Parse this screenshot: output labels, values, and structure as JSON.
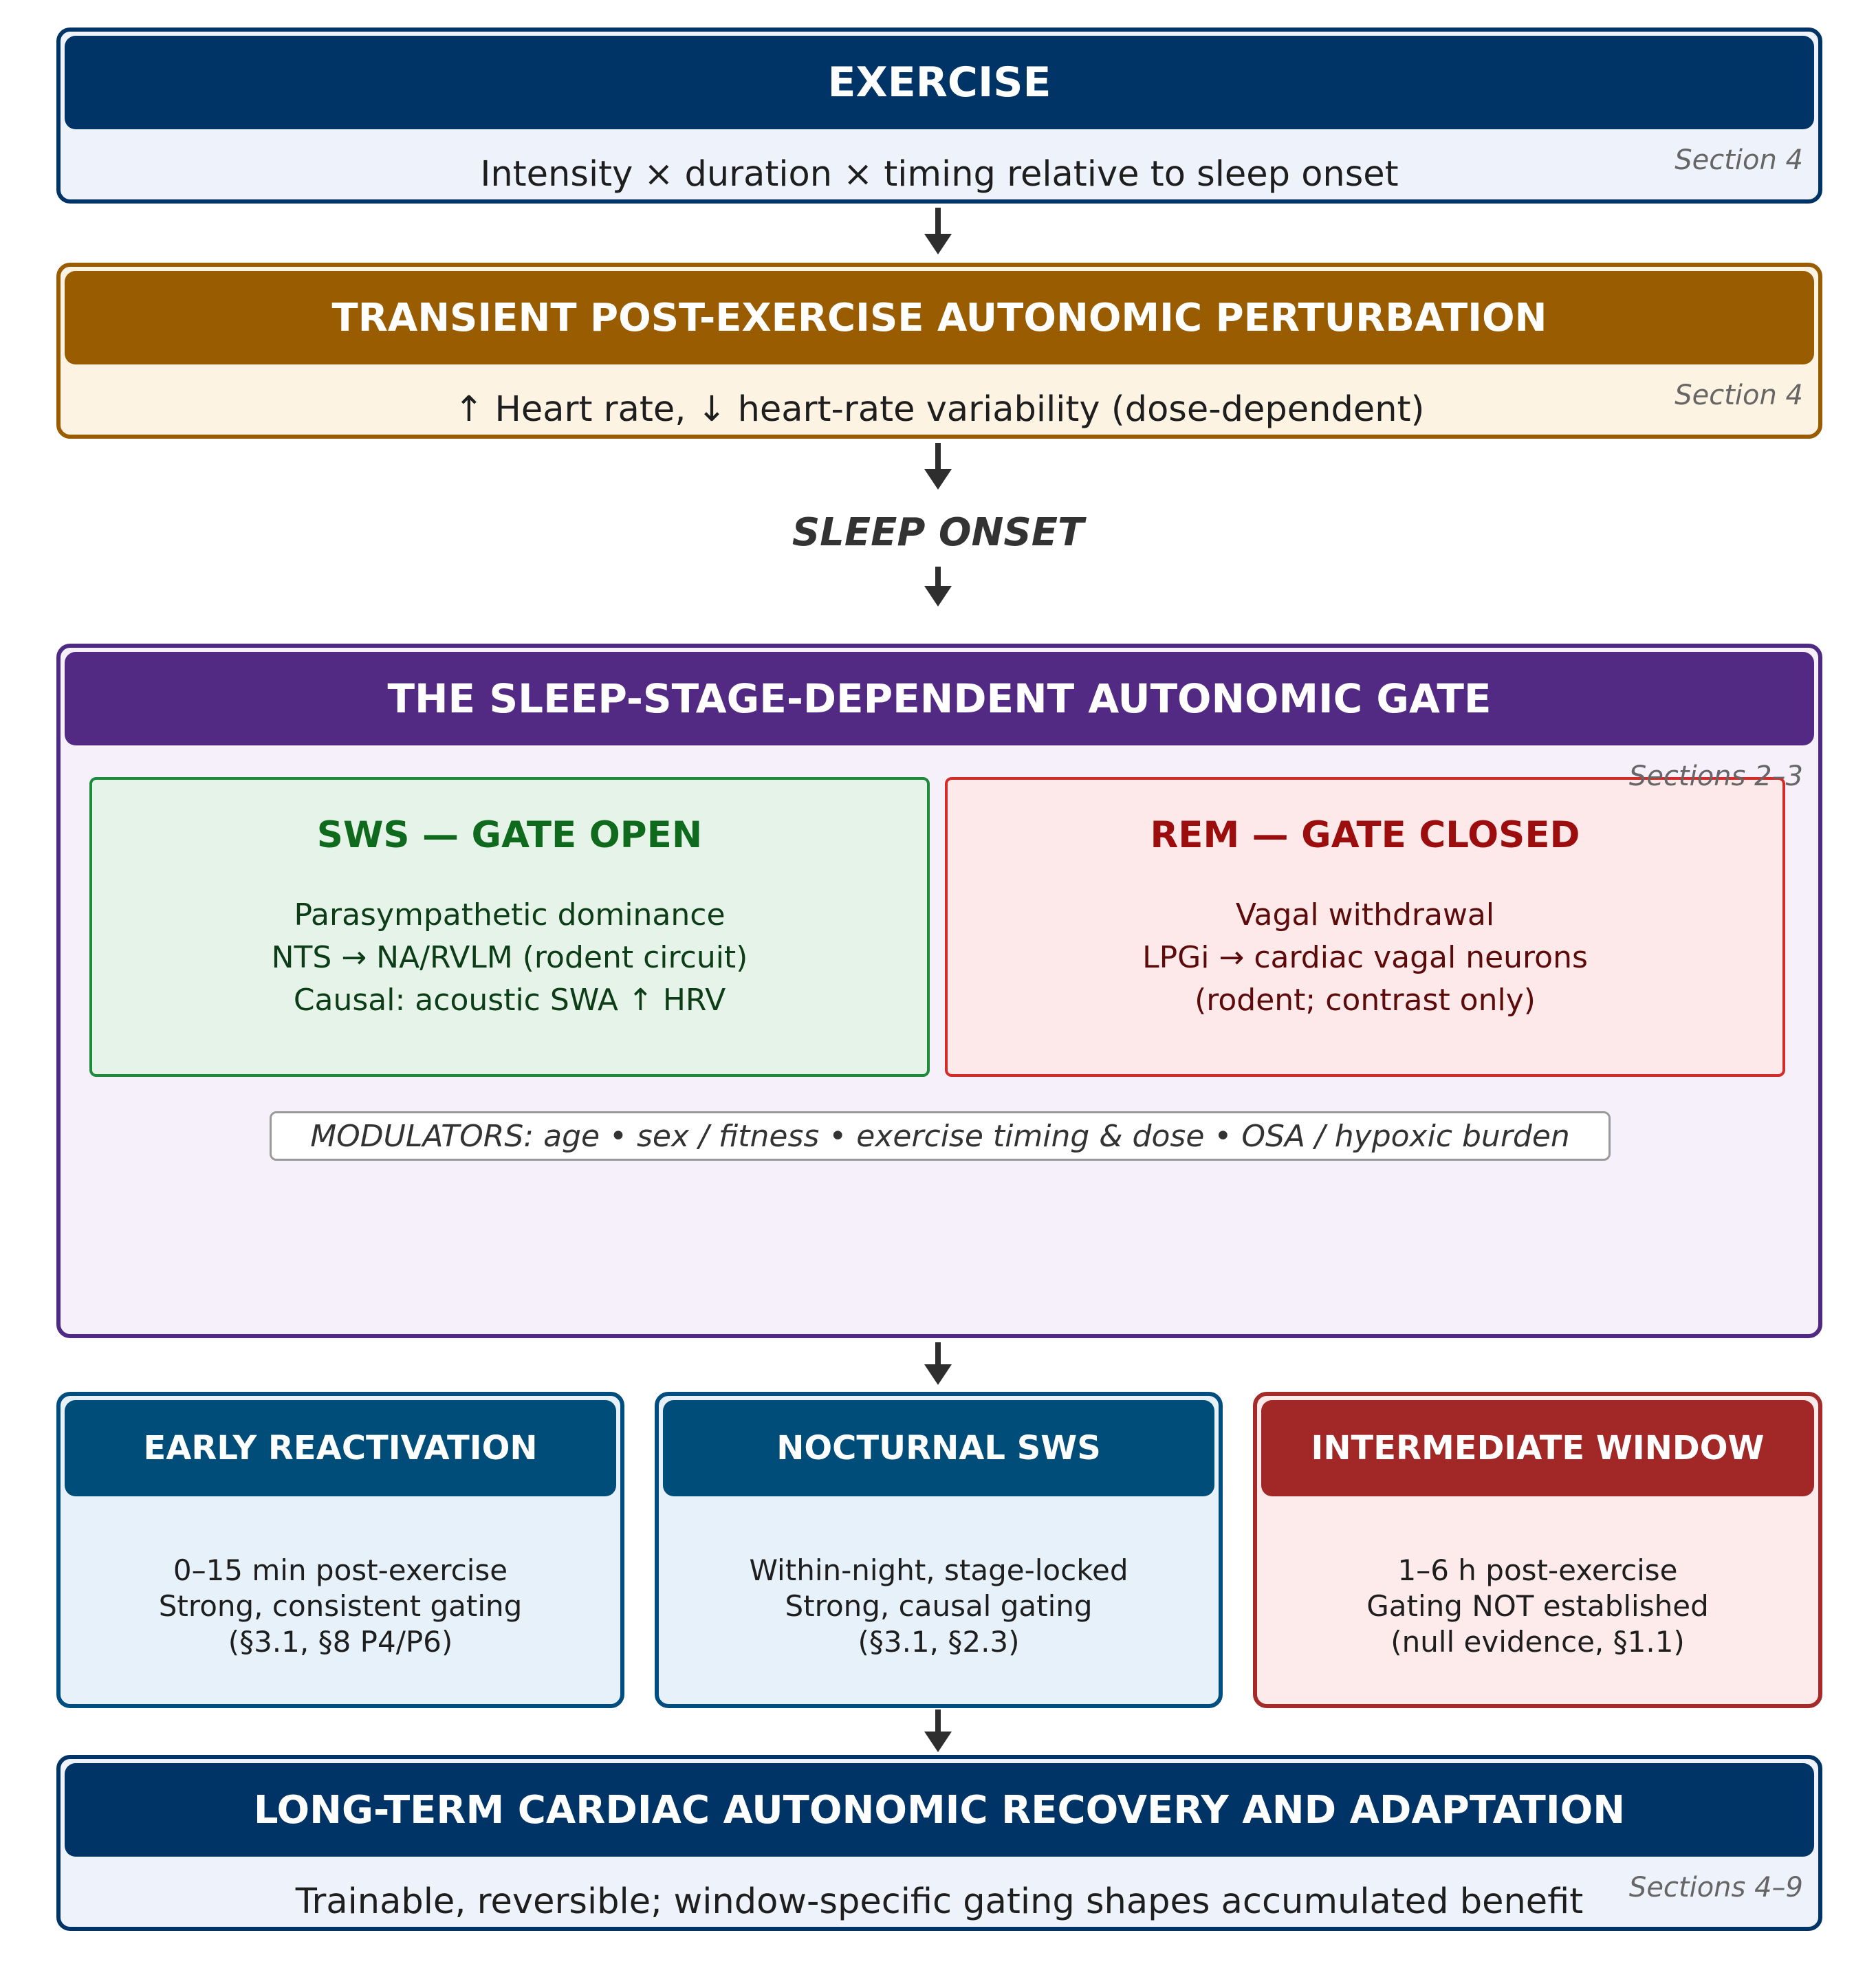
{
  "exercise": {
    "title": "EXERCISE",
    "body": "Intensity × duration × timing relative to sleep onset",
    "section": "Section 4",
    "colors": {
      "border": "#003366",
      "header": "#003366",
      "fill": "#eef2fa"
    }
  },
  "perturbation": {
    "title": "TRANSIENT POST-EXERCISE AUTONOMIC PERTURBATION",
    "body": "↑ Heart rate, ↓ heart-rate variability (dose-dependent)",
    "section": "Section 4",
    "colors": {
      "border": "#995c00",
      "header": "#995c00",
      "fill": "#fdf3e3"
    }
  },
  "sleep_onset": {
    "label": "SLEEP ONSET"
  },
  "gate": {
    "title": "THE SLEEP-STAGE-DEPENDENT AUTONOMIC GATE",
    "section": "Sections 2–3",
    "colors": {
      "border": "#4f2a83",
      "header": "#522a84",
      "fill": "#f6f0fb"
    },
    "sws": {
      "title": "SWS — GATE OPEN",
      "lines": [
        "Parasympathetic dominance",
        "NTS → NA/RVLM (rodent circuit)",
        "Causal: acoustic SWA ↑ HRV"
      ],
      "colors": {
        "border": "#1e8a3c",
        "fill": "#e5f3e8",
        "title": "#0f6a1d",
        "text": "#0c3d17"
      }
    },
    "rem": {
      "title": "REM — GATE CLOSED",
      "lines": [
        "Vagal withdrawal",
        "LPGi → cardiac vagal neurons",
        "(rodent; contrast only)"
      ],
      "colors": {
        "border": "#d32a2a",
        "fill": "#fde9ea",
        "title": "#9c0d0d",
        "text": "#5c0a0a"
      }
    },
    "modulators": "MODULATORS: age • sex / fitness • exercise timing & dose • OSA / hypoxic burden"
  },
  "windows": [
    {
      "title": "EARLY REACTIVATION",
      "lines": [
        "0–15 min post-exercise",
        "Strong, consistent gating",
        "(§3.1, §8 P4/P6)"
      ],
      "colors": {
        "border": "#004d80",
        "header": "#004d7a",
        "fill": "#e6f1fa"
      }
    },
    {
      "title": "NOCTURNAL SWS",
      "lines": [
        "Within-night, stage-locked",
        "Strong, causal gating",
        "(§3.1, §2.3)"
      ],
      "colors": {
        "border": "#004d80",
        "header": "#004d7a",
        "fill": "#e6f1fa"
      }
    },
    {
      "title": "INTERMEDIATE WINDOW",
      "lines": [
        "1–6 h post-exercise",
        "Gating NOT established",
        "(null evidence, §1.1)"
      ],
      "colors": {
        "border": "#a52a2a",
        "header": "#a22828",
        "fill": "#fdeaea"
      }
    }
  ],
  "longterm": {
    "title": "LONG-TERM CARDIAC AUTONOMIC RECOVERY AND ADAPTATION",
    "body": "Trainable, reversible; window-specific gating shapes accumulated benefit",
    "section": "Sections 4–9",
    "colors": {
      "border": "#003366",
      "header": "#003366",
      "fill": "#eef2fa"
    }
  },
  "arrow_color": "#2e2e2e"
}
